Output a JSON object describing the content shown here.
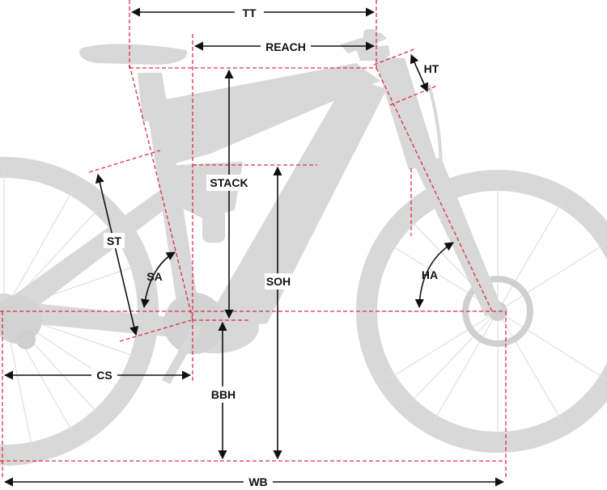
{
  "diagram": {
    "labels": {
      "tt": "TT",
      "reach": "REACH",
      "ht": "HT",
      "stack": "STACK",
      "st": "ST",
      "sa": "SA",
      "soh": "SOH",
      "ha": "HA",
      "cs": "CS",
      "bbh": "BBH",
      "wb": "WB"
    },
    "colors": {
      "bike": "#d8d8d8",
      "guide_lines": "#d9304a",
      "dimension_arrows": "#111111",
      "background": "#ffffff"
    }
  }
}
